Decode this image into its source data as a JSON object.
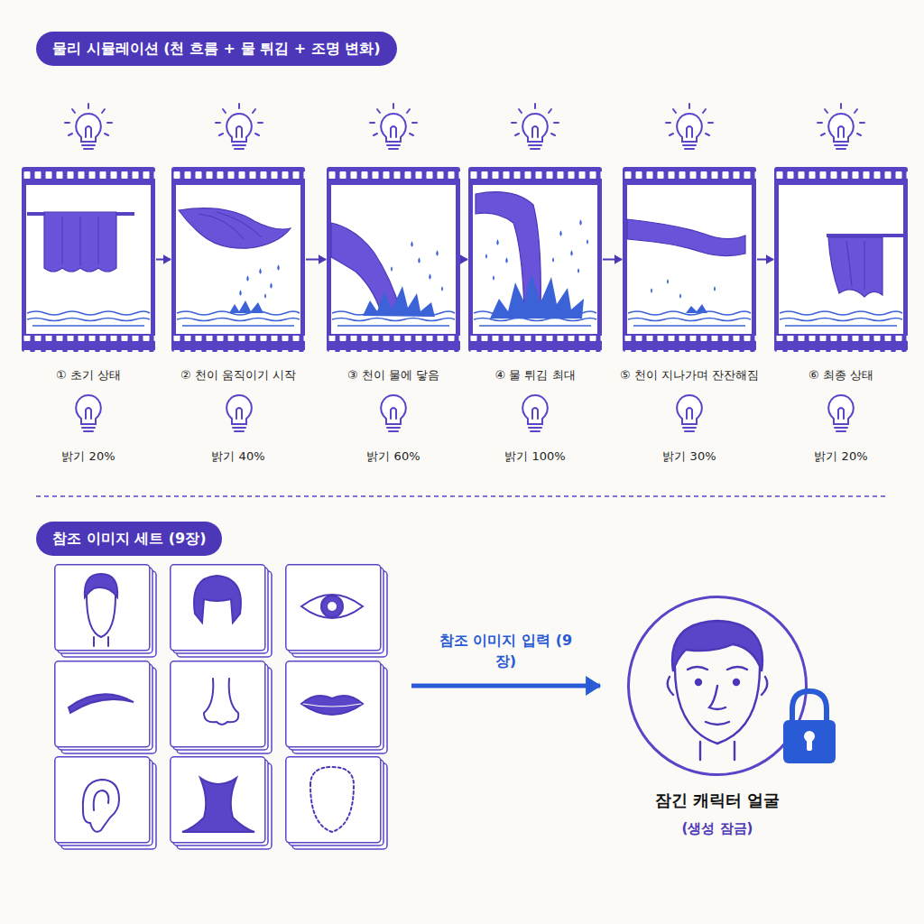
{
  "diagram": {
    "nodes": [
      {
        "text": [
          "물리 시뮬레이션 (천 흐름 + 물 튀김 + 조명 변화)"
        ]
      },
      {
        "text": [
          "① 초기 상태",
          "밝기 20%"
        ]
      },
      {
        "text": [
          "② 천이 움직이기 시작",
          "밝기 40%"
        ]
      },
      {
        "text": [
          "③ 천이 물에 닿음",
          "밝기 60%"
        ]
      },
      {
        "text": [
          "④ 물 튀김 최대",
          "밝기 100%"
        ]
      },
      {
        "text": [
          "⑤ 천이 지나가며 잔잔해짐",
          "밝기 30%"
        ]
      },
      {
        "text": [
          "⑥ 최종 상태",
          "밝기 20%"
        ]
      },
      {
        "text": [
          "참조 이미지 세트 (9장)"
        ]
      },
      {
        "text": [
          "잠긴 캐릭터 얼굴",
          "(생성 잠금)"
        ]
      }
    ],
    "edges": [
      {
        "from": 1,
        "to": 2,
        "arrow": "to"
      },
      {
        "from": 2,
        "to": 3,
        "arrow": "to"
      },
      {
        "from": 3,
        "to": 4,
        "arrow": "to"
      },
      {
        "from": 4,
        "to": 5,
        "arrow": "to"
      },
      {
        "from": 5,
        "to": 6,
        "arrow": "to"
      },
      {
        "from": 7,
        "to": 8,
        "label": "참조 이미지 입력 (9장)",
        "arrow": "to"
      }
    ]
  }
}
